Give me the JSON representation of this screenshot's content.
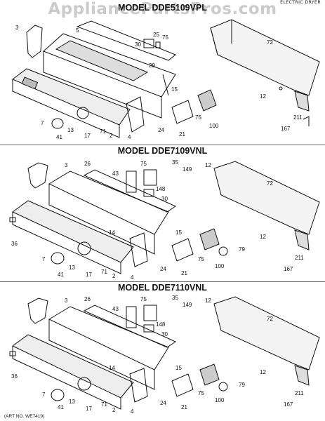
{
  "watermark": "AppliancePartsPros.com",
  "corner_text": "ELECTRIC DRYER",
  "art_number": "(ART NO. WE7419)",
  "panels": [
    {
      "title": "MODEL DDE5109VPL",
      "labels": [
        "3",
        "5",
        "30",
        "25",
        "75",
        "72",
        "29",
        "15",
        "12",
        "100",
        "211",
        "167",
        "7",
        "41",
        "13",
        "17",
        "71",
        "2",
        "4",
        "24",
        "21",
        "75"
      ]
    },
    {
      "title": "MODEL DDE7109VNL",
      "labels": [
        "3",
        "26",
        "43",
        "75",
        "35",
        "149",
        "12",
        "72",
        "148",
        "30",
        "15",
        "14",
        "36",
        "12",
        "79",
        "100",
        "211",
        "167",
        "7",
        "41",
        "13",
        "17",
        "71",
        "2",
        "4",
        "24",
        "21",
        "75"
      ]
    },
    {
      "title": "MODEL DDE7110VNL",
      "labels": [
        "3",
        "26",
        "43",
        "75",
        "35",
        "149",
        "12",
        "72",
        "148",
        "30",
        "15",
        "14",
        "36",
        "12",
        "79",
        "100",
        "211",
        "167",
        "7",
        "41",
        "13",
        "17",
        "71",
        "2",
        "4",
        "24",
        "21",
        "75"
      ]
    }
  ]
}
